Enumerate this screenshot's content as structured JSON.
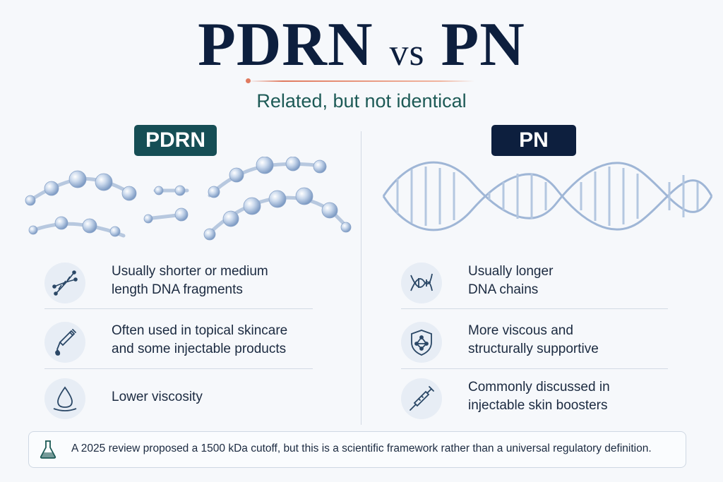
{
  "title": {
    "left": "PDRN",
    "vs": "vs",
    "right": "PN"
  },
  "subtitle": "Related, but not identical",
  "pdrn": {
    "badge": "PDRN",
    "items": [
      {
        "icon": "dna-fragment-icon",
        "line1": "Usually shorter or medium",
        "line2": "length DNA fragments"
      },
      {
        "icon": "dropper-icon",
        "line1": "Often used in topical skincare",
        "line2": "and some injectable products"
      },
      {
        "icon": "droplet-icon",
        "line1": "Lower viscosity",
        "line2": ""
      }
    ]
  },
  "pn": {
    "badge": "PN",
    "items": [
      {
        "icon": "dna-helix-icon",
        "line1": "Usually longer",
        "line2": "DNA chains"
      },
      {
        "icon": "shield-network-icon",
        "line1": "More viscous and",
        "line2": "structurally supportive"
      },
      {
        "icon": "syringe-icon",
        "line1": "Commonly discussed in",
        "line2": "injectable skin boosters"
      }
    ]
  },
  "note": {
    "icon": "flask-icon",
    "text": "A 2025 review proposed a 1500 kDa cutoff, but this is a scientific framework rather than a universal regulatory definition."
  },
  "colors": {
    "navy": "#0d1f3e",
    "teal": "#164e55",
    "accent": "#e07a5f",
    "subtitle": "#1d5a56"
  }
}
